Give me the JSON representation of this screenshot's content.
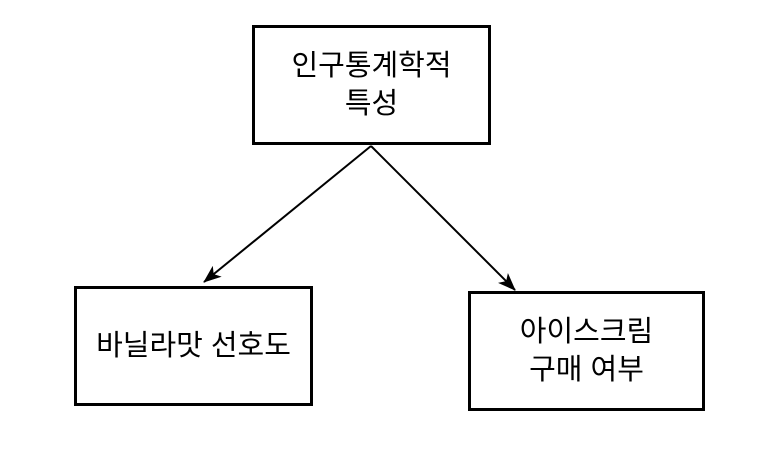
{
  "colors": {
    "background": "#ffffff",
    "node_border": "#000000",
    "node_fill": "#ffffff",
    "text": "#000000",
    "arrow": "#000000"
  },
  "nodes": {
    "demographic": {
      "label": "인구통계학적\n특성"
    },
    "vanilla": {
      "label": "바닐라맛 선호도"
    },
    "icecream": {
      "label": "아이스크림\n구매 여부"
    }
  },
  "edges": [
    {
      "from": "demographic",
      "to": "vanilla",
      "type": "arrow"
    },
    {
      "from": "demographic",
      "to": "icecream",
      "type": "arrow"
    }
  ]
}
